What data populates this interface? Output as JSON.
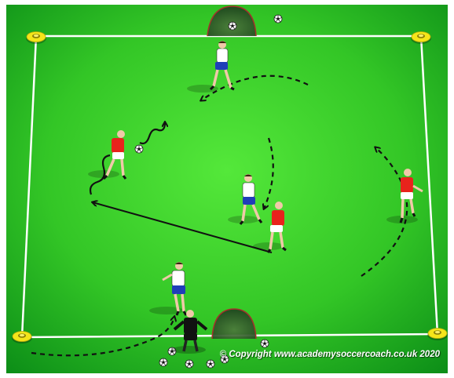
{
  "copyright": "© Copyright www.academysoccercoach.co.uk 2020",
  "colors": {
    "pitch_light": "#54e83a",
    "pitch_dark": "#0b8c17",
    "line": "#ffffff",
    "cone": "#f5e51a",
    "red_team": "#e8231c",
    "white_team": "#ffffff",
    "shorts_blue": "#1f3fb8",
    "goalkeeper": "#111111",
    "goal_net": "#244f24",
    "goal_frame": "#a4312a",
    "arrow": "#111111"
  },
  "players": {
    "red": [
      "attacker-left",
      "attacker-center",
      "attacker-right"
    ],
    "white": [
      "defender-top",
      "defender-center",
      "defender-bottom"
    ],
    "goalkeeper": [
      "goalkeeper"
    ]
  },
  "equipment": [
    "top-goal",
    "bottom-goal",
    "corner-cones",
    "footballs"
  ]
}
